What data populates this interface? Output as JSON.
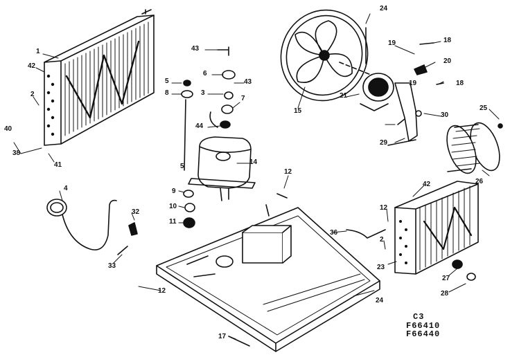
{
  "figure": {
    "callouts": [
      {
        "id": "c1",
        "text": "1"
      },
      {
        "id": "c42a",
        "text": "42"
      },
      {
        "id": "c2a",
        "text": "2"
      },
      {
        "id": "c40",
        "text": "40"
      },
      {
        "id": "c38",
        "text": "38"
      },
      {
        "id": "c41",
        "text": "41"
      },
      {
        "id": "c43a",
        "text": "43"
      },
      {
        "id": "c6a",
        "text": "6"
      },
      {
        "id": "c5",
        "text": "5"
      },
      {
        "id": "c8",
        "text": "8"
      },
      {
        "id": "c43b",
        "text": "43"
      },
      {
        "id": "c3",
        "text": "3"
      },
      {
        "id": "c7",
        "text": "7"
      },
      {
        "id": "c44",
        "text": "44"
      },
      {
        "id": "c14",
        "text": "14"
      },
      {
        "id": "c9",
        "text": "9"
      },
      {
        "id": "c10",
        "text": "10"
      },
      {
        "id": "c11",
        "text": "11"
      },
      {
        "id": "c4",
        "text": "4"
      },
      {
        "id": "c32",
        "text": "32"
      },
      {
        "id": "c33",
        "text": "33"
      },
      {
        "id": "c12a",
        "text": "12"
      },
      {
        "id": "c17",
        "text": "17"
      },
      {
        "id": "c24a",
        "text": "24"
      },
      {
        "id": "c12b",
        "text": "12"
      },
      {
        "id": "c15",
        "text": "15"
      },
      {
        "id": "c24b",
        "text": "24"
      },
      {
        "id": "c18a",
        "text": "18"
      },
      {
        "id": "c19a",
        "text": "19"
      },
      {
        "id": "c20",
        "text": "20"
      },
      {
        "id": "c21",
        "text": "21"
      },
      {
        "id": "c18b",
        "text": "18"
      },
      {
        "id": "c19b",
        "text": "19"
      },
      {
        "id": "c30",
        "text": "30"
      },
      {
        "id": "c29",
        "text": "29"
      },
      {
        "id": "c25",
        "text": "25"
      },
      {
        "id": "c26",
        "text": "26"
      },
      {
        "id": "c42b",
        "text": "42"
      },
      {
        "id": "c12c",
        "text": "12"
      },
      {
        "id": "c36",
        "text": "36"
      },
      {
        "id": "c2b",
        "text": "2"
      },
      {
        "id": "c23",
        "text": "23"
      },
      {
        "id": "c27",
        "text": "27"
      },
      {
        "id": "c28",
        "text": "28"
      },
      {
        "id": "c5b",
        "text": "5"
      }
    ],
    "model_block": [
      "C3",
      "F66410",
      "F66440"
    ]
  }
}
